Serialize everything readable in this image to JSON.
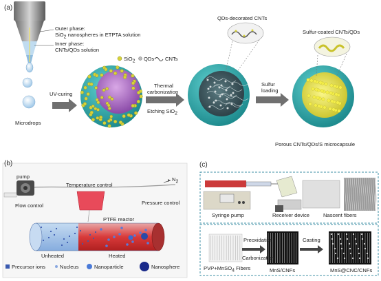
{
  "panel_a": {
    "label": "(a)",
    "outer_phase_1": "Outer phase:",
    "outer_phase_2": "SiO",
    "outer_phase_2b": "2",
    "outer_phase_2c": " nanospheres in ETPTA solution",
    "inner_phase_1": "Inner phase:",
    "inner_phase_2": "CNTs/QDs solution",
    "microdrops": "Microdrops",
    "uv_curing": "UV-curing",
    "legend_sio2": "SiO",
    "legend_sio2_sub": "2",
    "legend_qds": "QDs",
    "legend_cnts": "CNTs",
    "thermal_1": "Thermal",
    "thermal_2": "carbonization",
    "etching": "Etching SiO",
    "etching_sub": "2",
    "qds_cnts": "QDs-decorated CNTs",
    "sulfur_1": "Sulfur",
    "sulfur_2": "loading",
    "sulfur_coated": "Sulfur-coated CNTs/QDs",
    "microcapsule": "Porous CNTs/QDs/S microcapsule"
  },
  "panel_b": {
    "label": "(b)",
    "pump": "pump",
    "temp_control": "Temperature control",
    "flow_control": "Flow  control",
    "n2": "N",
    "n2_sub": "2",
    "pressure_control": "Pressure control",
    "ptfe": "PTFE  reactor",
    "unheated": "Unheated",
    "heated": "Heated",
    "legend": [
      "Precursor ions",
      "Nucleus",
      "Nanoparticle",
      "Nanosphere"
    ]
  },
  "panel_c": {
    "label": "(c)",
    "syringe": "Syringe pump",
    "receiver": "Receiver device",
    "nascent": "Nascent fibers",
    "fiber1": "PVP+MnSO",
    "fiber1_sub": "4",
    "fiber1_end": " Fibers",
    "preox": "Preoxidation",
    "carbon": "Carbonization",
    "casting": "Casting",
    "mns_cnf": "MnS/CNFs",
    "mns_cnc": "MnS@CNC/CNFs"
  },
  "colors": {
    "shell_teal": "#2aa6a6",
    "core_purple": "#9b5fb5",
    "sio2_yellow": "#d7d23a",
    "reactor_red": "#d83a3a",
    "frame_teal": "#3d8fa6",
    "sulfur_yellow": "#e9e23a"
  }
}
